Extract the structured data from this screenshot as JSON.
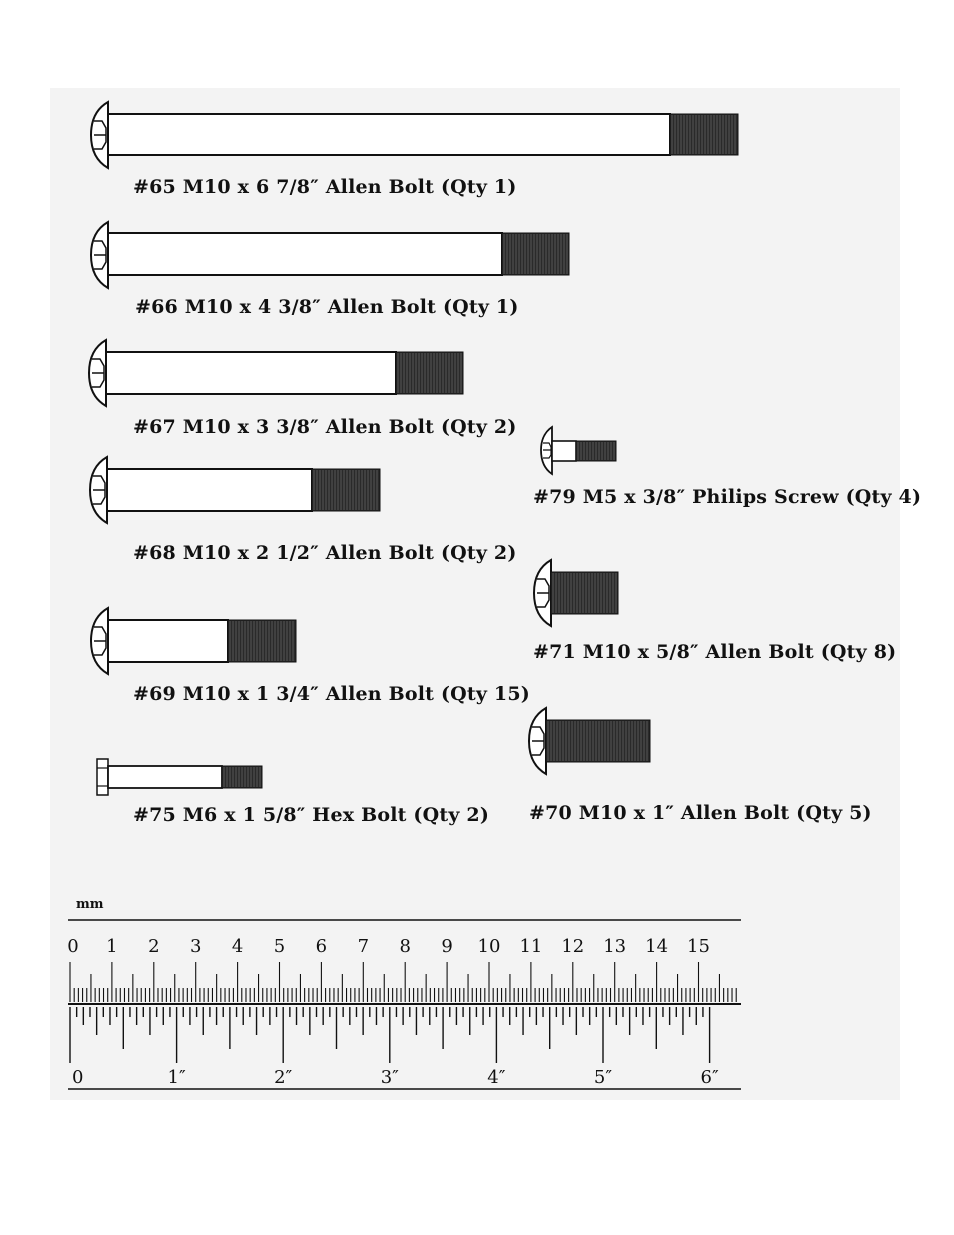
{
  "parts": [
    {
      "id": "p65",
      "label": "#65 M10 x 6 7/8″ Allen Bolt (Qty 1)"
    },
    {
      "id": "p66",
      "label": "#66 M10 x 4 3/8″ Allen Bolt (Qty 1)"
    },
    {
      "id": "p67",
      "label": "#67 M10 x 3 3/8″ Allen Bolt (Qty 2)"
    },
    {
      "id": "p68",
      "label": "#68 M10 x 2 1/2″ Allen Bolt (Qty 2)"
    },
    {
      "id": "p69",
      "label": "#69 M10 x 1 3/4″ Allen Bolt (Qty 15)"
    },
    {
      "id": "p75",
      "label": "#75 M6 x 1 5/8″ Hex Bolt (Qty 2)"
    },
    {
      "id": "p79",
      "label": "#79 M5 x 3/8″ Philips Screw (Qty 4)"
    },
    {
      "id": "p71",
      "label": "#71 M10 x 5/8″ Allen Bolt (Qty 8)"
    },
    {
      "id": "p70",
      "label": "#70 M10 x 1″ Allen Bolt (Qty 5)"
    }
  ],
  "ruler": {
    "unit_label": "mm",
    "cm_labels": [
      "0",
      "1",
      "2",
      "3",
      "4",
      "5",
      "6",
      "7",
      "8",
      "9",
      "10",
      "11",
      "12",
      "13",
      "14",
      "15"
    ],
    "inch_labels": [
      "0",
      "1″",
      "2″",
      "3″",
      "4″",
      "5″",
      "6″"
    ]
  }
}
